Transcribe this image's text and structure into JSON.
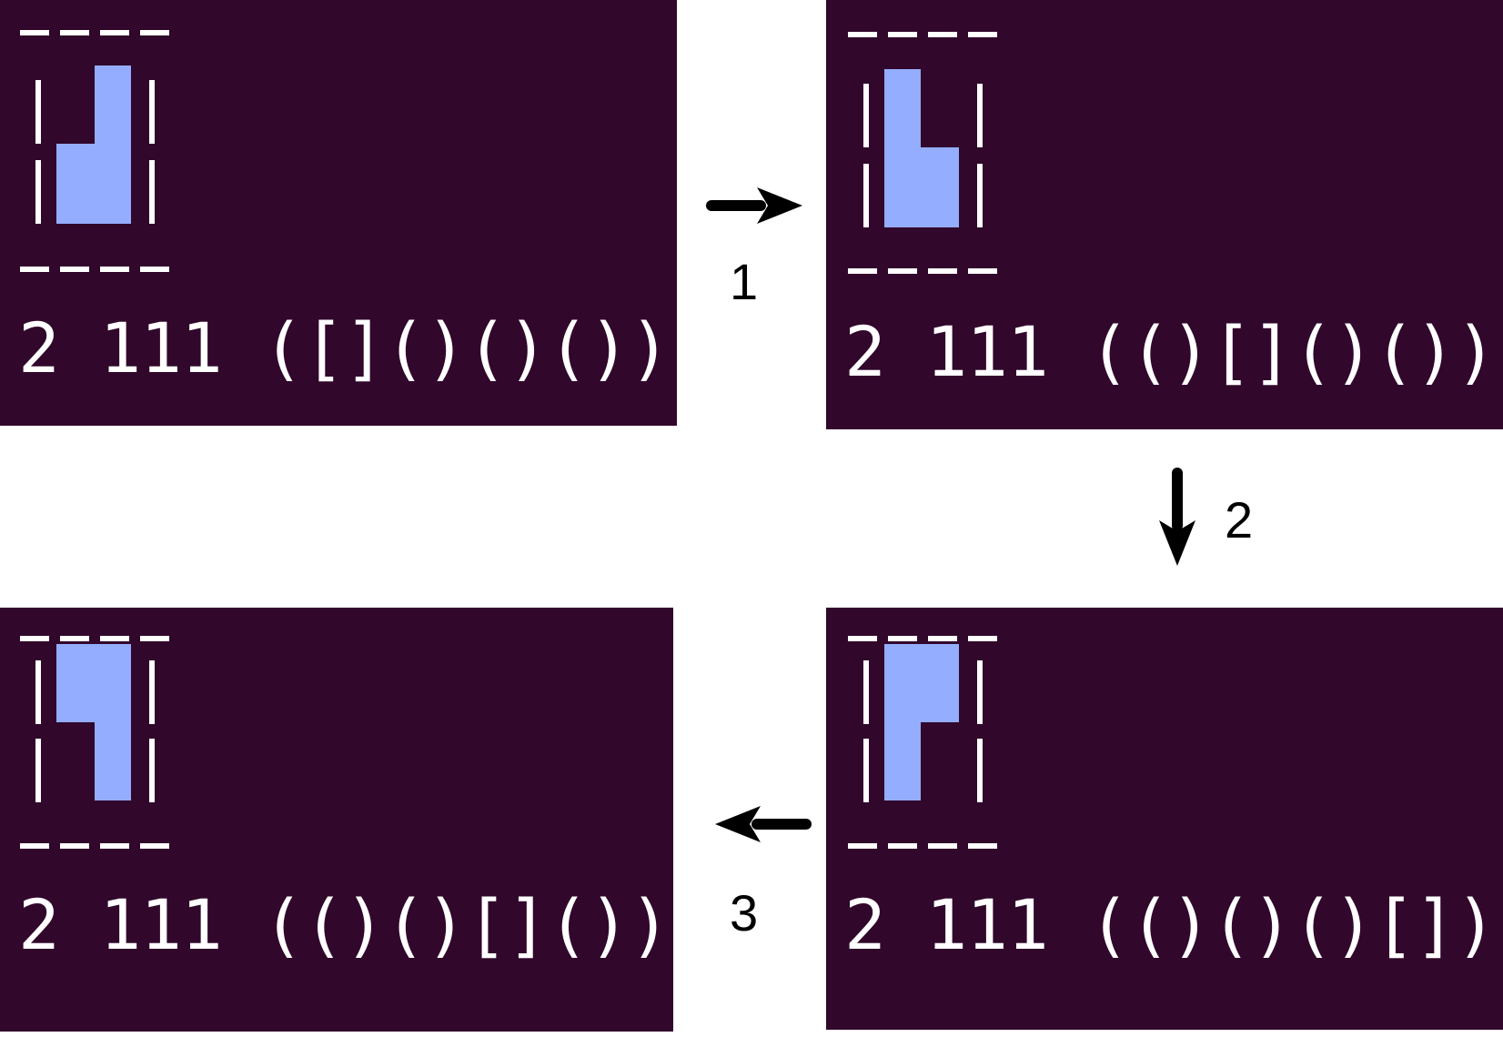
{
  "colors": {
    "panel_bg": "#31072b",
    "piece": "#94adff",
    "line": "#ffffff",
    "arrow": "#000000"
  },
  "panels": [
    {
      "name": "top-left",
      "piece_shape": "J-shape-right-tall",
      "status": "2 111 ([]()()())"
    },
    {
      "name": "top-right",
      "piece_shape": "L-shape-left-tall",
      "status": "2 111 (()[]()())"
    },
    {
      "name": "bottom-right",
      "piece_shape": "Gamma-shape-left-tall",
      "status": "2 111 (()()()[])"
    },
    {
      "name": "bottom-left",
      "piece_shape": "reverse-gamma-right-tall",
      "status": "2 111 (()()[]())"
    }
  ],
  "steps": [
    {
      "label": "1"
    },
    {
      "label": "2"
    },
    {
      "label": "3"
    }
  ],
  "icons": {
    "arrow_right": "arrow-right-icon",
    "arrow_down": "arrow-down-icon",
    "arrow_left": "arrow-left-icon"
  }
}
